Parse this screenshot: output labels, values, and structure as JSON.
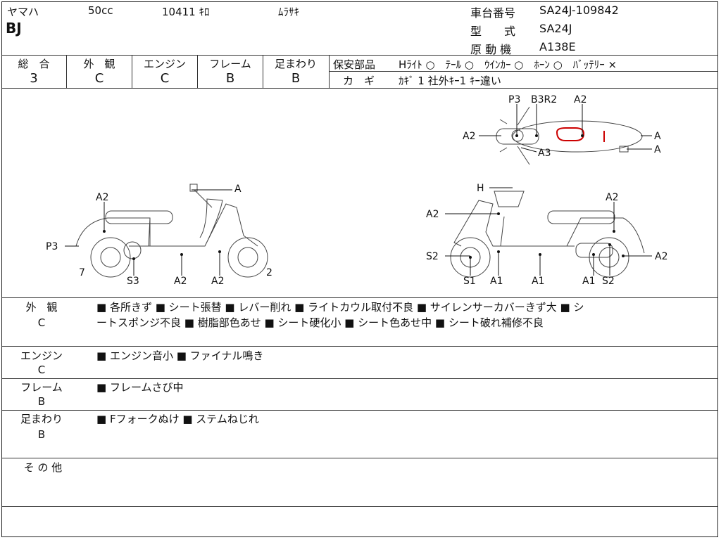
{
  "header": {
    "maker": "ヤマハ",
    "displacement": "50cc",
    "mileage": "10411 ｷﾛ",
    "color": "ﾑﾗｻｷ",
    "model": "BJ",
    "chassis_label": "車台番号",
    "chassis_value": "SA24J-109842",
    "type_label": "型　　式",
    "type_value": "SA24J",
    "engine_label": "原 動 機",
    "engine_value": "A138E"
  },
  "grades": {
    "overall_label": "総　合",
    "overall_value": "3",
    "exterior_label": "外　観",
    "exterior_value": "C",
    "engine_label": "エンジン",
    "engine_value": "C",
    "frame_label": "フレーム",
    "frame_value": "B",
    "suspension_label": "足まわり",
    "suspension_value": "B"
  },
  "safety": {
    "label": "保安部品",
    "items_text": "Hﾗｲﾄ ○　ﾃｰﾙ ○　ｳｲﾝｶｰ ○　ﾎｰﾝ ○　ﾊﾞｯﾃﾘｰ ×",
    "key_label": "カ　ギ",
    "key_text": "ｶｷﾞ 1 社外ｷｰ1 ｷｰ違い"
  },
  "diagram": {
    "top_view": [
      "A2",
      "P3",
      "B3R2",
      "A2",
      "A3",
      "A",
      "A"
    ],
    "left_view": [
      "A",
      "A2",
      "P3",
      "7",
      "S3",
      "A2",
      "A2",
      "2"
    ],
    "right_view": [
      "H",
      "A2",
      "A2",
      "S2",
      "S1",
      "A1",
      "A1",
      "A1",
      "S2",
      "A2"
    ]
  },
  "sections": {
    "exterior_label": "外　観",
    "exterior_grade": "C",
    "exterior_line1": "■ 各所きず ■ シート張替 ■ レバー削れ ■ ライトカウル取付不良 ■ サイレンサーカバーきず大 ■ シ",
    "exterior_line2": "ートスポンジ不良 ■ 樹脂部色あせ ■ シート硬化小 ■ シート色あせ中 ■ シート破れ補修不良",
    "engine_label": "エンジン",
    "engine_grade": "C",
    "engine_text": "■ エンジン音小 ■ ファイナル鳴き",
    "frame_label": "フレーム",
    "frame_grade": "B",
    "frame_text": "■ フレームさび中",
    "suspension_label": "足まわり",
    "suspension_grade": "B",
    "suspension_text": "■ Fフォークぬけ ■ ステムねじれ",
    "other_label": "そ の 他"
  }
}
